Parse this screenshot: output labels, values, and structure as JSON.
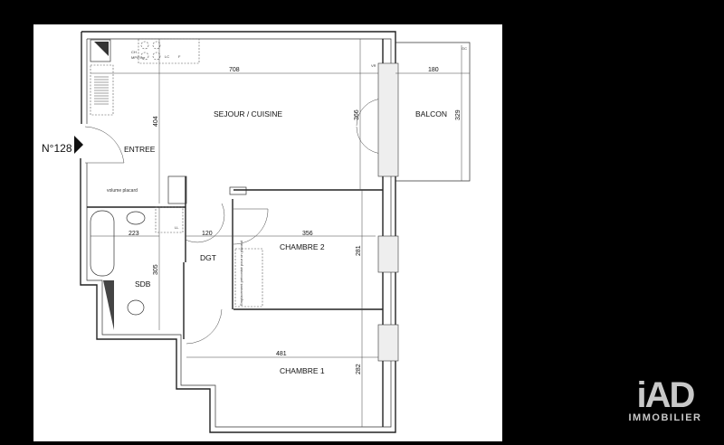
{
  "plan": {
    "unit_number": "N°128",
    "rooms": {
      "sejour": "SEJOUR / CUISINE",
      "balcon": "BALCON",
      "entree": "ENTREE",
      "dgt": "DGT",
      "sdb": "SDB",
      "chambre2": "CHAMBRE 2",
      "chambre1": "CHAMBRE 1"
    },
    "dimensions": {
      "sejour_width": "708",
      "sejour_depth": "404",
      "sejour_window": "366",
      "balcon_width": "180",
      "balcon_depth": "329",
      "sdb_width": "223",
      "dgt_width": "120",
      "chambre2_width": "356",
      "chambre2_depth": "281",
      "sdb_depth": "305",
      "chambre1_width": "481",
      "chambre1_depth": "282"
    },
    "notes": {
      "volume_placard": "volume placard",
      "placard_reco": "Emplacement préconisé pour un placard",
      "ch": "CH",
      "mp_four": "MP/Four",
      "lc": "LC",
      "f": "F",
      "vr": "VR",
      "gc": "GC",
      "ll": "LL"
    }
  },
  "logo": {
    "mark": "iAD",
    "subtitle": "IMMOBILIER"
  }
}
